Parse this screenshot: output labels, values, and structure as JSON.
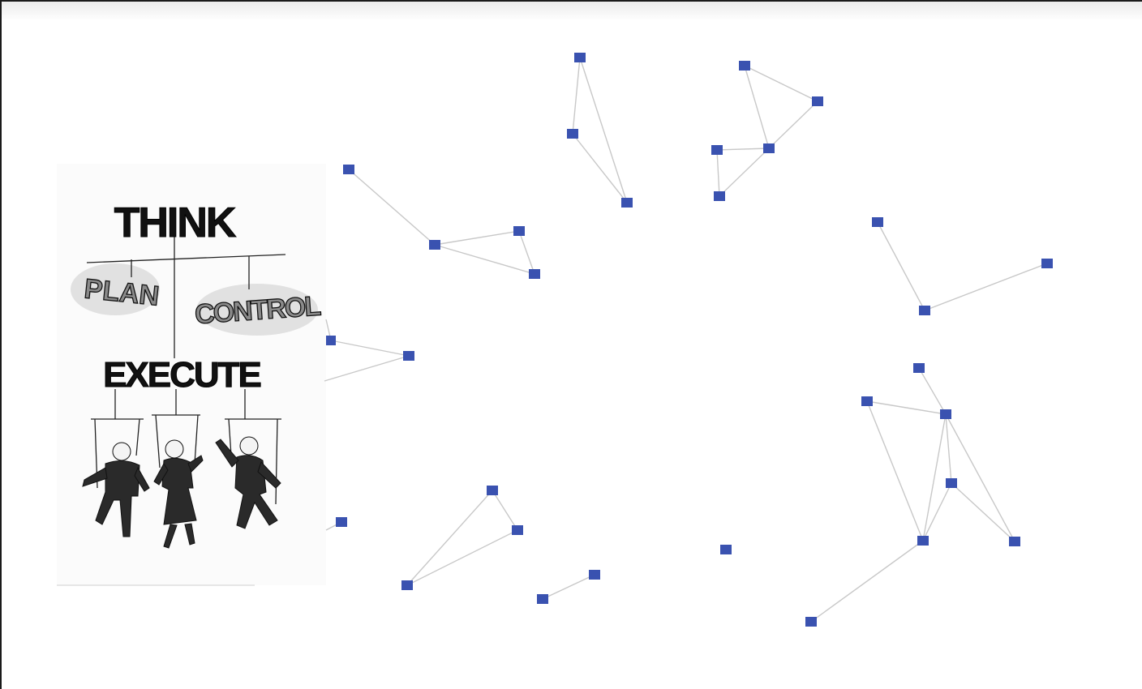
{
  "illustration": {
    "words": {
      "think": "THINK",
      "plan": "PLAN",
      "control": "CONTROL",
      "execute": "EXECUTE"
    }
  },
  "colors": {
    "node": "#3a52b0",
    "edge": "#c8c8c8",
    "frame": "#1a1a1a"
  }
}
